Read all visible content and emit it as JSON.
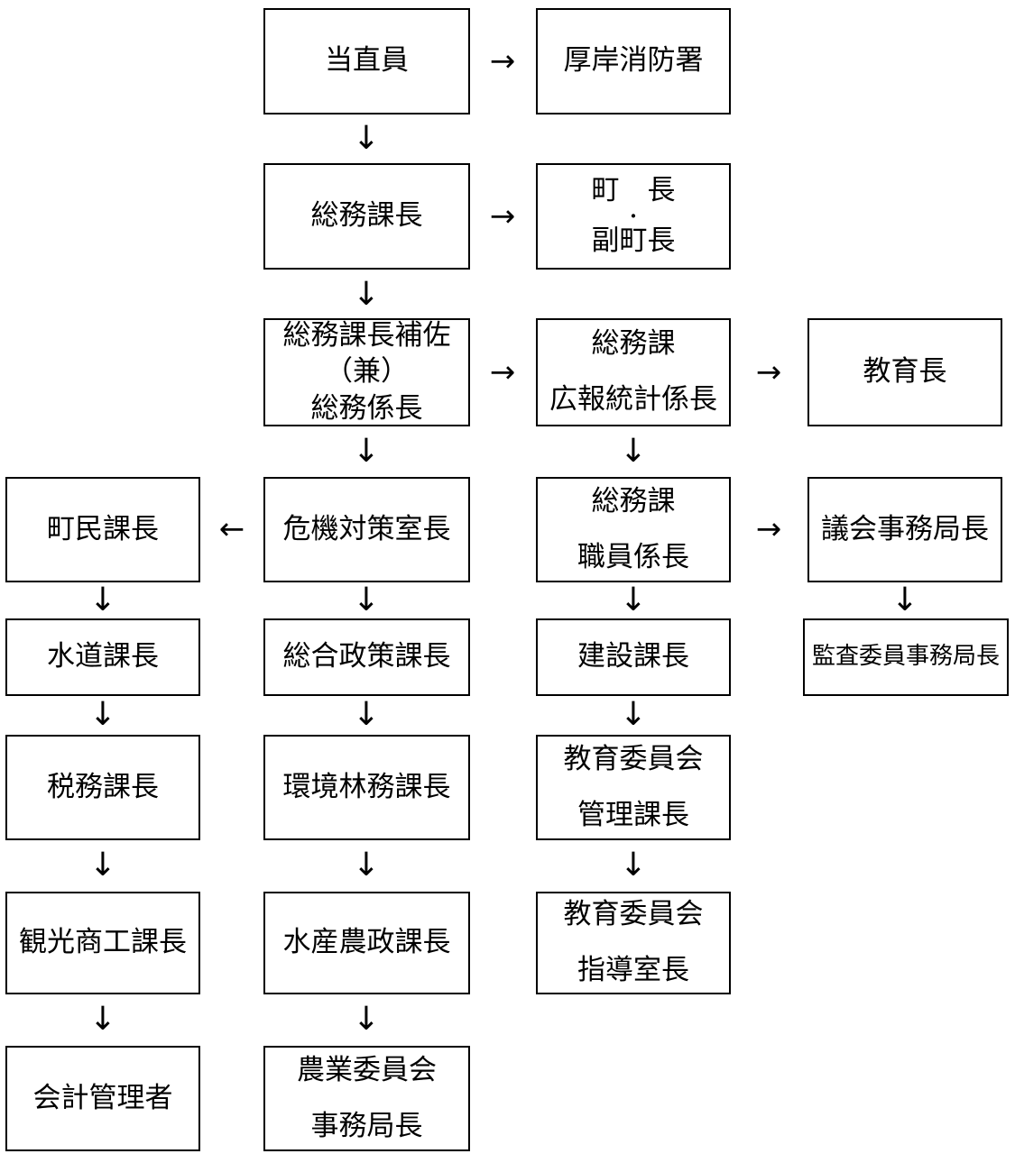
{
  "colors": {
    "background": "#ffffff",
    "line": "#000000"
  },
  "glyphs": {
    "down": "↓",
    "right": "→",
    "left": "←"
  },
  "nodes": {
    "duty_officer": {
      "lines": [
        "当直員"
      ]
    },
    "akkeshi_fire_station": {
      "lines": [
        "厚岸消防署"
      ]
    },
    "general_affairs_section_chief": {
      "lines": [
        "総務課長"
      ]
    },
    "mayor_deputy_mayor": {
      "lines": [
        "町　長",
        "・",
        "副町長"
      ]
    },
    "ga_deputy_chief": {
      "lines": [
        "総務課長補佐",
        "（兼）",
        "総務係長"
      ]
    },
    "pr_statistics_subsection_chief": {
      "lines": [
        "総務課",
        "広報統計係長"
      ]
    },
    "superintendent_of_education": {
      "lines": [
        "教育長"
      ]
    },
    "residents_section_chief": {
      "lines": [
        "町民課長"
      ]
    },
    "crisis_management_office_head": {
      "lines": [
        "危機対策室長"
      ]
    },
    "personnel_subsection_chief": {
      "lines": [
        "総務課",
        "職員係長"
      ]
    },
    "assembly_secretariat_head": {
      "lines": [
        "議会事務局長"
      ]
    },
    "water_section_chief": {
      "lines": [
        "水道課長"
      ]
    },
    "comprehensive_policy_section_chief": {
      "lines": [
        "総合政策課長"
      ]
    },
    "construction_section_chief": {
      "lines": [
        "建設課長"
      ]
    },
    "audit_secretariat_head": {
      "lines": [
        "監査委員事務局長"
      ]
    },
    "tax_section_chief": {
      "lines": [
        "税務課長"
      ]
    },
    "environment_forestry_section_chief": {
      "lines": [
        "環境林務課長"
      ]
    },
    "edu_board_admin_section_chief": {
      "lines": [
        "教育委員会",
        "管理課長"
      ]
    },
    "tourism_commerce_section_chief": {
      "lines": [
        "観光商工課長"
      ]
    },
    "fisheries_agriculture_section_chief": {
      "lines": [
        "水産農政課長"
      ]
    },
    "edu_board_guidance_office_head": {
      "lines": [
        "教育委員会",
        "指導室長"
      ]
    },
    "accounting_manager": {
      "lines": [
        "会計管理者"
      ]
    },
    "agricultural_committee_secretariat_head": {
      "lines": [
        "農業委員会",
        "事務局長"
      ]
    }
  }
}
